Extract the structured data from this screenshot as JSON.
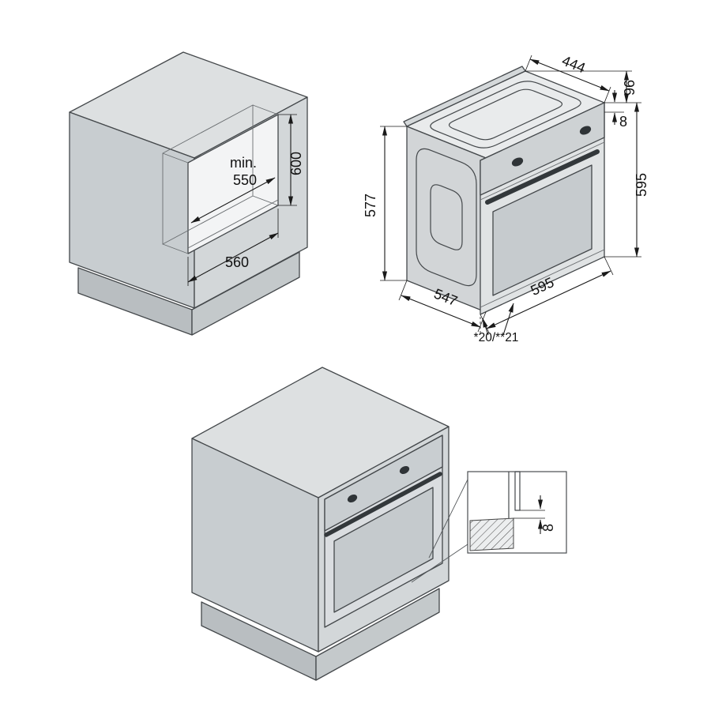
{
  "views": {
    "niche": {
      "min_prefix": "min.",
      "width": "550",
      "height": "600",
      "depth": "560"
    },
    "oven": {
      "top_depth": "444",
      "top_offset": "96",
      "top_gap": "8",
      "overall_height": "595",
      "side_height": "577",
      "side_depth": "547",
      "front_width": "595",
      "feet_note": "*20/**21"
    },
    "detail": {
      "gap": "8"
    }
  },
  "colors": {
    "outline": "#44484b",
    "dimension": "#1a1a1a",
    "cabinet_top": "#dde0e1",
    "cabinet_side": "#c8cdd0",
    "cabinet_front": "#d3d7d9",
    "oven_dark": "#2f3437",
    "background": "#ffffff"
  }
}
